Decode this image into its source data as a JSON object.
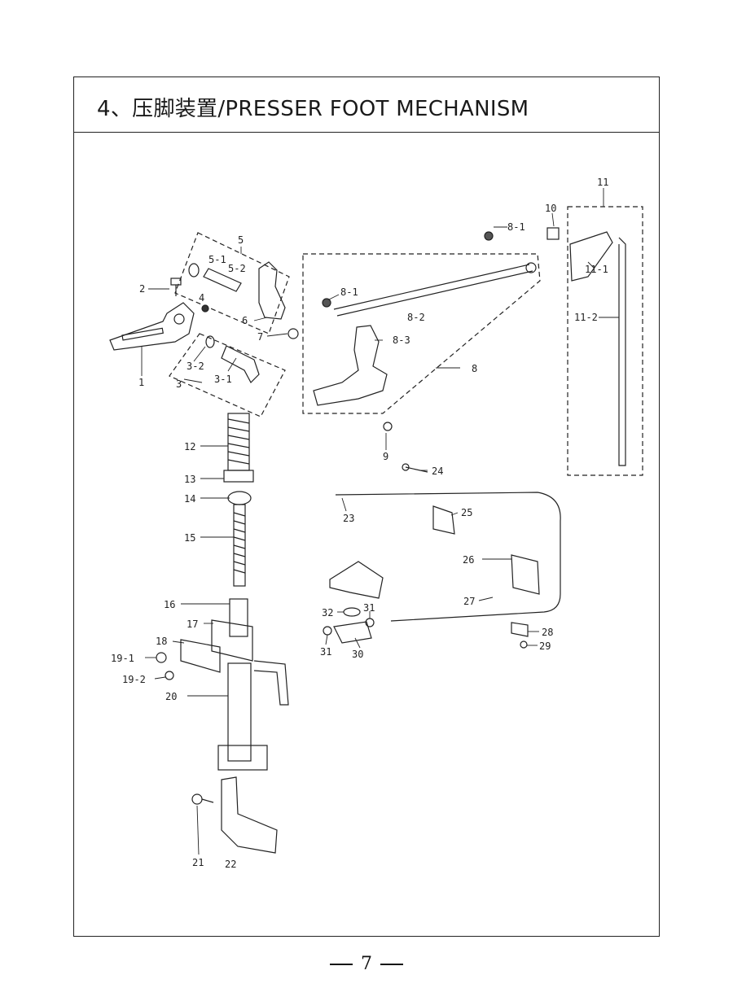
{
  "title": "4、压脚装置/PRESSER FOOT MECHANISM",
  "page_number": "7",
  "callouts": [
    {
      "id": "1",
      "text": "1"
    },
    {
      "id": "2",
      "text": "2"
    },
    {
      "id": "3",
      "text": "3"
    },
    {
      "id": "3-1",
      "text": "3-1"
    },
    {
      "id": "3-2",
      "text": "3-2"
    },
    {
      "id": "4",
      "text": "4"
    },
    {
      "id": "5",
      "text": "5"
    },
    {
      "id": "5-1",
      "text": "5-1"
    },
    {
      "id": "5-2",
      "text": "5-2"
    },
    {
      "id": "6",
      "text": "6"
    },
    {
      "id": "7",
      "text": "7"
    },
    {
      "id": "8",
      "text": "8"
    },
    {
      "id": "8-1a",
      "text": "8-1"
    },
    {
      "id": "8-1b",
      "text": "8-1"
    },
    {
      "id": "8-2",
      "text": "8-2"
    },
    {
      "id": "8-3",
      "text": "8-3"
    },
    {
      "id": "9",
      "text": "9"
    },
    {
      "id": "10",
      "text": "10"
    },
    {
      "id": "11",
      "text": "11"
    },
    {
      "id": "11-1",
      "text": "11-1"
    },
    {
      "id": "11-2",
      "text": "11-2"
    },
    {
      "id": "12",
      "text": "12"
    },
    {
      "id": "13",
      "text": "13"
    },
    {
      "id": "14",
      "text": "14"
    },
    {
      "id": "15",
      "text": "15"
    },
    {
      "id": "16",
      "text": "16"
    },
    {
      "id": "17",
      "text": "17"
    },
    {
      "id": "18",
      "text": "18"
    },
    {
      "id": "19-1",
      "text": "19-1"
    },
    {
      "id": "19-2",
      "text": "19-2"
    },
    {
      "id": "20",
      "text": "20"
    },
    {
      "id": "21",
      "text": "21"
    },
    {
      "id": "22",
      "text": "22"
    },
    {
      "id": "23",
      "text": "23"
    },
    {
      "id": "24",
      "text": "24"
    },
    {
      "id": "25",
      "text": "25"
    },
    {
      "id": "26",
      "text": "26"
    },
    {
      "id": "27",
      "text": "27"
    },
    {
      "id": "28",
      "text": "28"
    },
    {
      "id": "29",
      "text": "29"
    },
    {
      "id": "30",
      "text": "30"
    },
    {
      "id": "31a",
      "text": "31"
    },
    {
      "id": "31b",
      "text": "31"
    },
    {
      "id": "32",
      "text": "32"
    }
  ]
}
